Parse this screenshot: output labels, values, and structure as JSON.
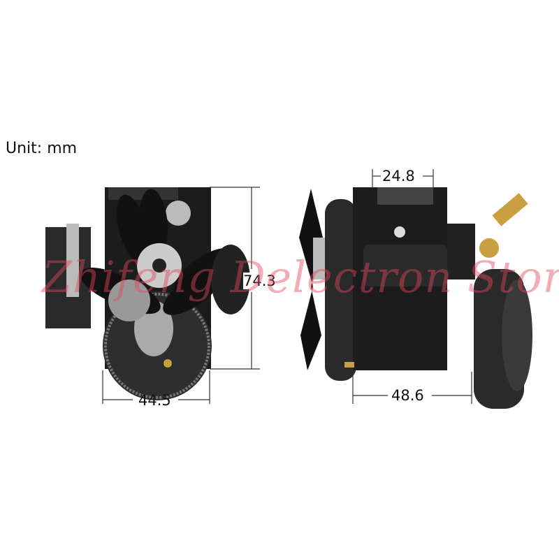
{
  "unit_label": "Unit: mm",
  "dimensions": {
    "front_height": "74.3",
    "front_width": "44.5",
    "side_top_width": "24.8",
    "side_base_width": "48.6"
  },
  "watermark": "Zhifeng Delectron Store",
  "colors": {
    "engine_body": "#1c1c1c",
    "metal": "#c8c8c8",
    "brass": "#c9a040",
    "watermark": "#e1465a"
  }
}
